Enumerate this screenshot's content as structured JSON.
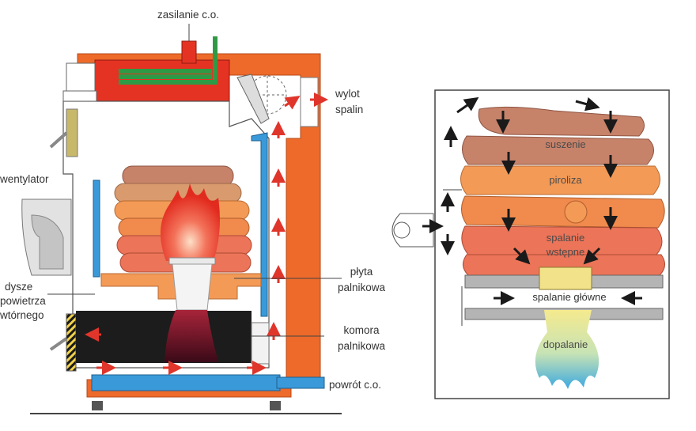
{
  "left_diagram": {
    "labels": {
      "supply": "zasilanie c.o.",
      "flue_outlet_1": "wylot",
      "flue_outlet_2": "spalin",
      "fan": "wentylator",
      "nozzles_1": "dysze",
      "nozzles_2": "powietrza",
      "nozzles_3": "wtórnego",
      "burner_plate_1": "płyta",
      "burner_plate_2": "palnikowa",
      "burner_chamber_1": "komora",
      "burner_chamber_2": "palnikowa",
      "return": "powrót c.o."
    }
  },
  "right_diagram": {
    "labels": {
      "drying": "suszenie",
      "pyrolysis": "piroliza",
      "initial_combustion_1": "spalanie",
      "initial_combustion_2": "wstępne",
      "main_combustion": "spalanie główne",
      "afterburning": "dopalanie"
    }
  },
  "colors": {
    "water_jacket": "#ee6a2a",
    "hot_water": "#e53323",
    "pipe_green": "#2f9a45",
    "insulation_blue": "#3a9ad9",
    "log_dark": "#c7826a",
    "log_orange": "#f39a57",
    "log_red": "#ec7458",
    "arrow_red": "#e0352b",
    "chamber_black": "#1c1c1c",
    "grate_grey": "#b4b4b4",
    "nozzle_yellow": "#f2e38a"
  }
}
